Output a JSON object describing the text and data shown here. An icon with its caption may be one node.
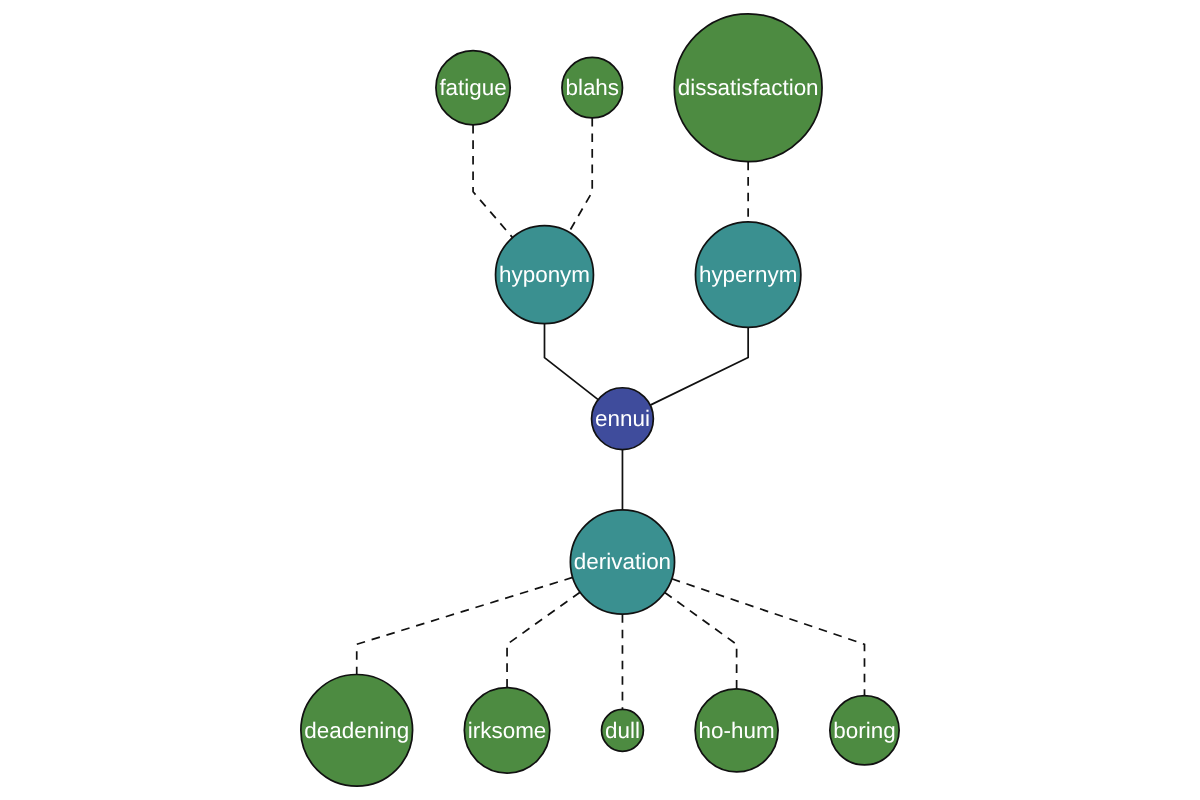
{
  "diagram": {
    "nodes": [
      {
        "text": [
          "fatigue"
        ]
      },
      {
        "text": [
          "dissatisfaction"
        ]
      },
      {
        "text": [
          "blahs"
        ]
      },
      {
        "text": [
          "hyponym"
        ]
      },
      {
        "text": [
          "hypernym"
        ]
      },
      {
        "text": [
          "ennui"
        ]
      },
      {
        "text": [
          "derivation"
        ]
      },
      {
        "text": [
          "dull"
        ]
      },
      {
        "text": [
          "deadening"
        ]
      },
      {
        "text": [
          "irksome"
        ]
      },
      {
        "text": [
          "ho-hum"
        ]
      },
      {
        "text": [
          "boring"
        ]
      }
    ],
    "edges": [
      {
        "from": 0,
        "to": 3,
        "arrow": "none",
        "style": "dashed"
      },
      {
        "from": 2,
        "to": 3,
        "arrow": "none",
        "style": "dashed"
      },
      {
        "from": 1,
        "to": 4,
        "arrow": "none",
        "style": "dashed"
      },
      {
        "from": 3,
        "to": 5,
        "arrow": "none"
      },
      {
        "from": 4,
        "to": 5,
        "arrow": "none"
      },
      {
        "from": 5,
        "to": 6,
        "arrow": "none"
      },
      {
        "from": 6,
        "to": 8,
        "arrow": "none",
        "style": "dashed"
      },
      {
        "from": 6,
        "to": 9,
        "arrow": "none",
        "style": "dashed"
      },
      {
        "from": 6,
        "to": 7,
        "arrow": "none",
        "style": "dashed"
      },
      {
        "from": 6,
        "to": 10,
        "arrow": "none",
        "style": "dashed"
      },
      {
        "from": 6,
        "to": 11,
        "arrow": "none",
        "style": "dashed"
      }
    ]
  }
}
